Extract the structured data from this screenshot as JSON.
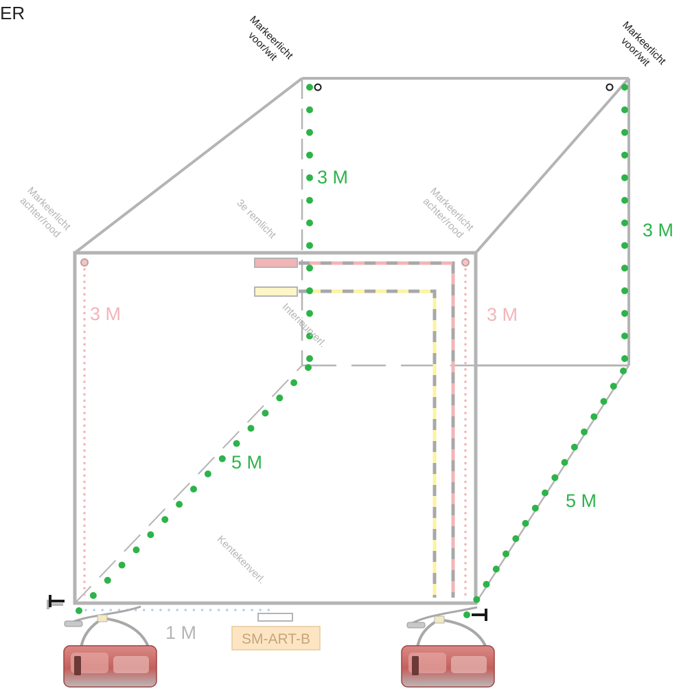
{
  "corner_text": "ER",
  "labels": {
    "marker_front_left": [
      "Markeerlicht",
      "voor/wit"
    ],
    "marker_front_right": [
      "Markeerlicht",
      "voor/wit"
    ],
    "marker_rear_left": [
      "Markeerlicht",
      "achter/rood"
    ],
    "marker_rear_right": [
      "Markeerlicht",
      "achter/rood"
    ],
    "third_brake": "3e remlicht",
    "interior": "Interieurverl.",
    "license": "Kentekenverl."
  },
  "measurements": {
    "front_left_vertical": "3 M",
    "front_right_vertical": "3 M",
    "rear_left_vertical": "3 M",
    "rear_right_vertical": "3 M",
    "diagonal_inner": "5 M",
    "diagonal_outer": "5 M",
    "bottom_rear": "1 M"
  },
  "module_label": "SM-ART-B",
  "colors": {
    "frame": "#b4b4b4",
    "green": "#2db34a",
    "pink": "#f2b5b8",
    "pink_fill": "#f4b4b6",
    "yellow": "#fcf3a0",
    "blue_dots": "#b8cfe8",
    "module_fill": "#fde5c4",
    "module_border": "#e8c99a",
    "module_text": "#c8a478",
    "black": "#1a1a1a"
  }
}
